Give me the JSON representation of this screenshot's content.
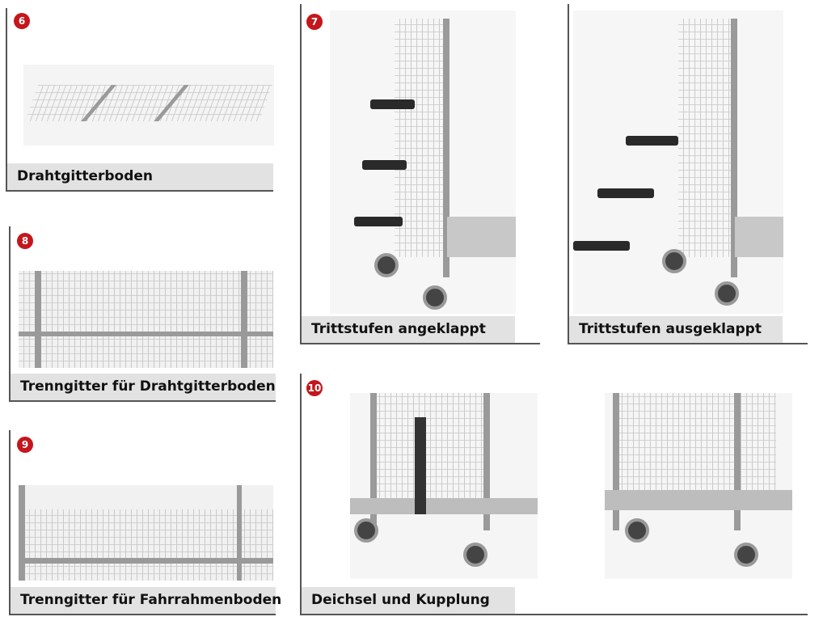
{
  "panels": [
    {
      "number": "6",
      "caption": "Drahtgitterboden"
    },
    {
      "number": "7",
      "caption": "Trittstufen angeklappt",
      "caption2": "Trittstufen ausgeklappt"
    },
    {
      "number": "8",
      "caption": "Trenngitter für Drahtgitterboden"
    },
    {
      "number": "9",
      "caption": "Trenngitter für Fahrrahmenboden"
    },
    {
      "number": "10",
      "caption": "Deichsel und Kupplung"
    }
  ],
  "colors": {
    "badge": "#c4161c",
    "caption_bg": "#e2e2e2"
  }
}
